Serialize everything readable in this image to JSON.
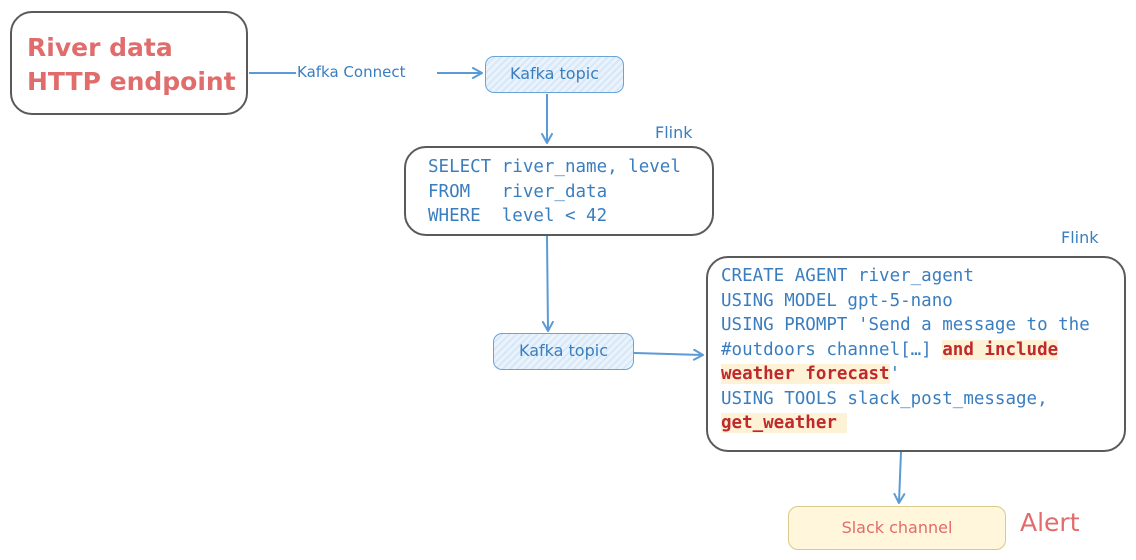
{
  "source": {
    "lines": [
      "River data",
      "HTTP endpoint"
    ]
  },
  "edges": {
    "kafka_connect": "Kafka Connect"
  },
  "topics": {
    "first": "Kafka topic",
    "second": "Kafka topic"
  },
  "flink_labels": {
    "first": "Flink",
    "second": "Flink"
  },
  "sql_query": {
    "lines": [
      "SELECT river_name, level",
      "FROM   river_data",
      "WHERE  level < 42"
    ]
  },
  "agent": {
    "line1": "CREATE AGENT river_agent",
    "line2": "USING MODEL gpt-5-nano",
    "line3": "USING PROMPT 'Send a message to the",
    "line4_plain": "#outdoors channel[…] ",
    "line4_highlight": "and include",
    "line5_highlight": "weather forecast",
    "line5_plain": "'",
    "line6": "USING TOOLS slack_post_message,",
    "line7_highlight": "get_weather "
  },
  "sink": {
    "label": "Slack channel",
    "alert": "Alert"
  },
  "colors": {
    "accent_blue": "#3a7ec0",
    "arrow_blue": "#5b9bd5",
    "title_red": "#e06c6c",
    "highlight_red": "#c0292b",
    "highlight_bg": "#fdf1d6",
    "slack_bg": "#fff6dc"
  }
}
